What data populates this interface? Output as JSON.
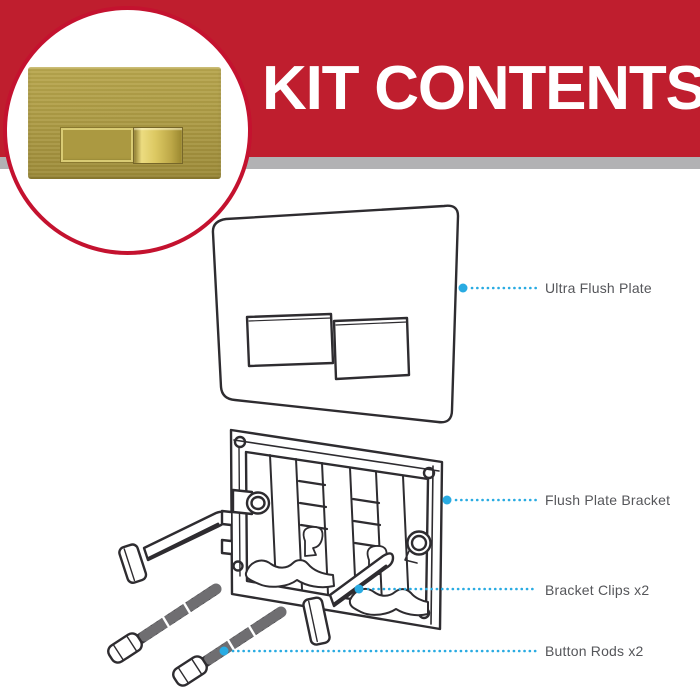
{
  "header": {
    "title": "KIT CONTENTS",
    "background_color": "#bf1e2e",
    "text_color": "#ffffff",
    "divider_color": "#b2b2b4"
  },
  "inset": {
    "subject": "gold-flush-plate-photo",
    "plate_color": "#ab9941",
    "ring_color": "#c4122f"
  },
  "callouts": [
    {
      "label": "Ultra Flush Plate"
    },
    {
      "label": "Flush Plate Bracket"
    },
    {
      "label": "Bracket Clips x2"
    },
    {
      "label": "Button Rods x2"
    }
  ],
  "colors": {
    "callout_accent": "#29abe2",
    "label_text": "#55565a",
    "line_art": "#2e2c30"
  }
}
